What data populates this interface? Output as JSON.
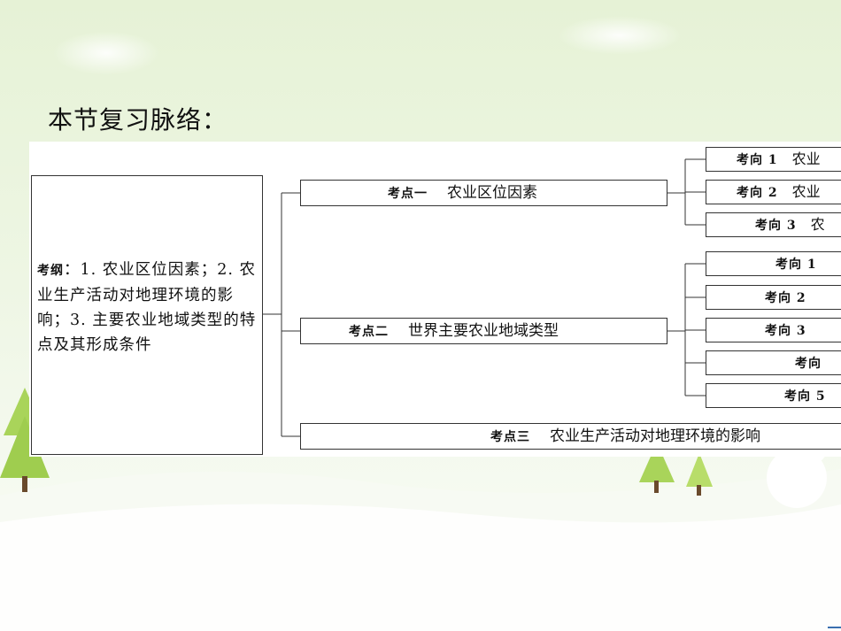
{
  "slide": {
    "title": "本节复习脉络："
  },
  "outline": {
    "tag": "考纲",
    "text": "：1. 农业区位因素；2. 农业生产活动对地理环境的影响；3. 主要农业地域类型的特点及其形成条件"
  },
  "points": [
    {
      "tag": "考点一",
      "label": "农业区位因素",
      "directions": [
        {
          "tag": "考向 1",
          "label": "农业"
        },
        {
          "tag": "考向 2",
          "label": "农业"
        },
        {
          "tag": "考向 3",
          "label": "农"
        }
      ]
    },
    {
      "tag": "考点二",
      "label": "世界主要农业地域类型",
      "directions": [
        {
          "tag": "考向 1",
          "label": ""
        },
        {
          "tag": "考向 2",
          "label": ""
        },
        {
          "tag": "考向 3",
          "label": ""
        },
        {
          "tag": "考向",
          "label": ""
        },
        {
          "tag": "考向 5",
          "label": ""
        }
      ]
    },
    {
      "tag": "考点三",
      "label": "农业生产活动对地理环境的影响"
    }
  ],
  "colors": {
    "line": "#333333",
    "background_top": "#e6f2d6",
    "tree": "#a9d45a"
  }
}
